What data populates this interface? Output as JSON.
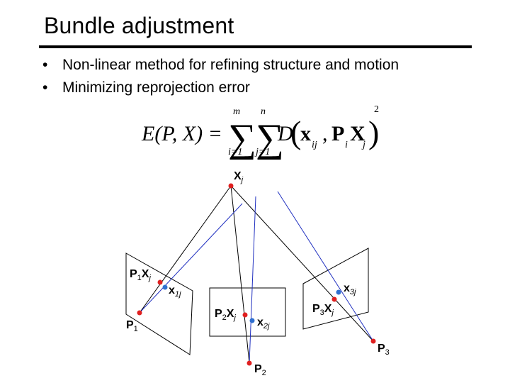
{
  "title": "Bundle adjustment",
  "bullets": [
    "Non-linear method for refining structure and motion",
    "Minimizing reprojection error"
  ],
  "equation": {
    "lhs": "E(P, X) =",
    "sum1_upper": "m",
    "sum1_lower": "i=1",
    "sum2_upper": "n",
    "sum2_lower": "j=1",
    "func": "D",
    "x_ij": "x",
    "x_ij_sub": "ij",
    "P_i": "P",
    "P_i_sub": "i",
    "X_j": "X",
    "X_j_sub": "j",
    "power": "2"
  },
  "labels": {
    "Xj": {
      "main": "X",
      "sub": "j"
    },
    "P1Xj": {
      "a": "P",
      "a_sub": "1",
      "b": "X",
      "b_sub": "j"
    },
    "x1j": {
      "main": "x",
      "sub": "1j"
    },
    "P1": {
      "main": "P",
      "sub": "1"
    },
    "P2Xj": {
      "a": "P",
      "a_sub": "2",
      "b": "X",
      "b_sub": "j"
    },
    "x2j": {
      "main": "x",
      "sub": "2j"
    },
    "P2": {
      "main": "P",
      "sub": "2"
    },
    "x3j": {
      "main": "x",
      "sub": "3j"
    },
    "P3Xj": {
      "a": "P",
      "a_sub": "3",
      "b": "X",
      "b_sub": "j"
    },
    "P3": {
      "main": "P",
      "sub": "3"
    }
  },
  "colors": {
    "red_point": "#e02020",
    "blue_point": "#3070d0",
    "blue_ray": "#2030c0",
    "black_ray": "#000000"
  }
}
